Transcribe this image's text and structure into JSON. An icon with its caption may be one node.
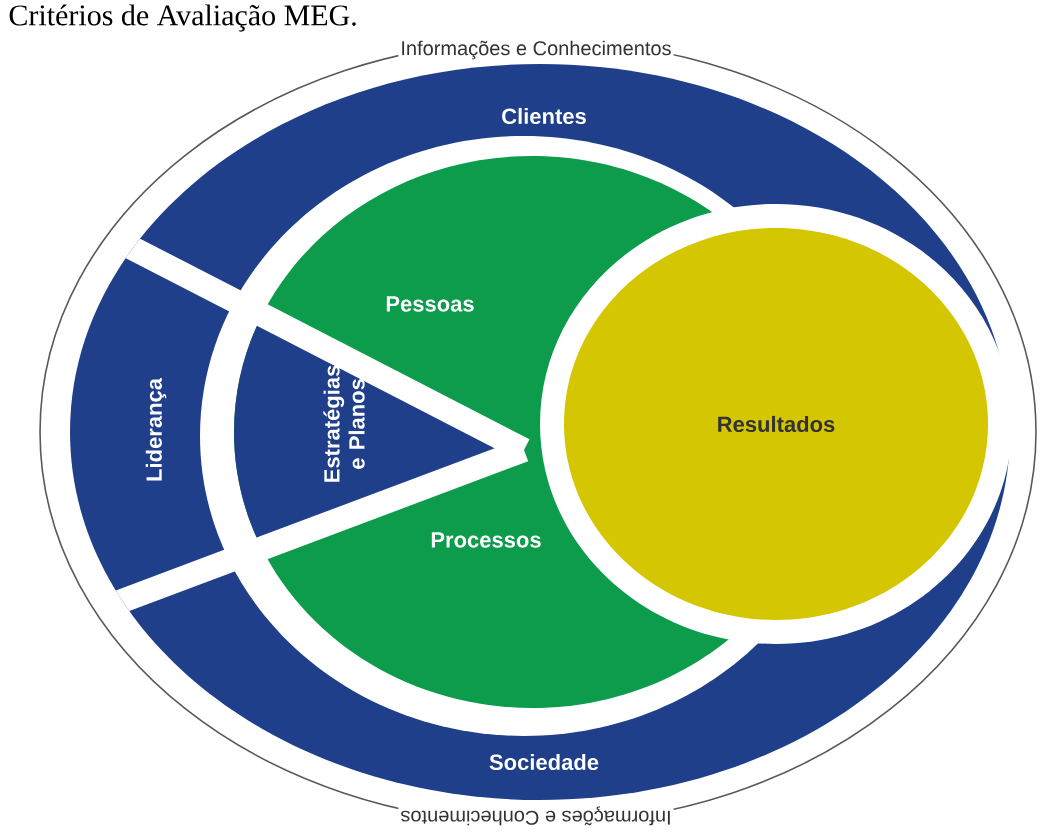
{
  "diagram": {
    "title": "Critérios de Avaliação MEG.",
    "nodes": [
      {
        "text": [
          "Clientes"
        ]
      },
      {
        "text": [
          "Liderança"
        ]
      },
      {
        "text": [
          "Estratégias e Planos"
        ]
      },
      {
        "text": [
          "Pessoas"
        ]
      },
      {
        "text": [
          "Processos"
        ]
      },
      {
        "text": [
          "Resultados"
        ]
      },
      {
        "text": [
          "Sociedade"
        ]
      }
    ],
    "labels": [
      "Informações e Conhecimentos",
      "Informações e Conhecimentos"
    ]
  }
}
